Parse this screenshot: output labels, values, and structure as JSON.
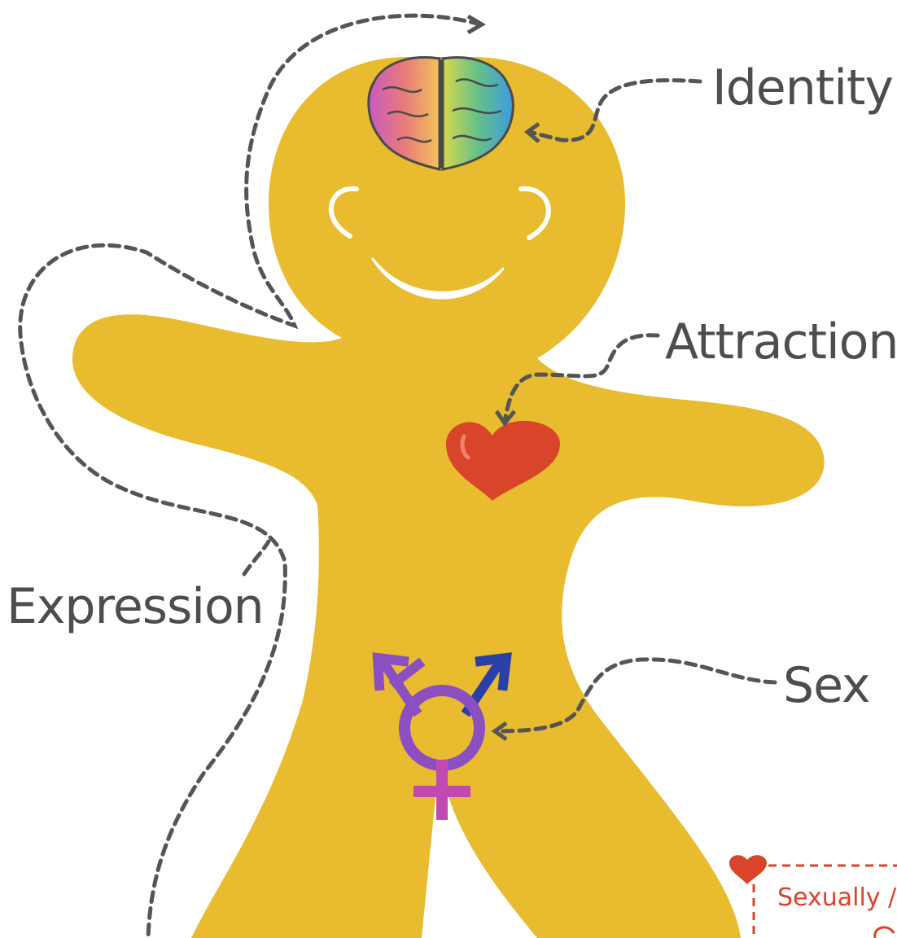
{
  "labels": {
    "identity": "Identity",
    "attraction": "Attraction",
    "expression": "Expression",
    "sex": "Sex"
  },
  "legend": {
    "text": "Sexually /"
  },
  "colors": {
    "body": "#e9bb2f",
    "heart": "#d8452a",
    "male_symbol": "#2b3fa8",
    "female_symbol": "#c04ab0",
    "trans_symbol": "#8b4fc2",
    "dashed_line": "#555555",
    "legend": "#d8452a"
  },
  "icons": {
    "brain": "brain-icon",
    "heart": "heart-icon",
    "gender": "transgender-symbol-icon"
  }
}
